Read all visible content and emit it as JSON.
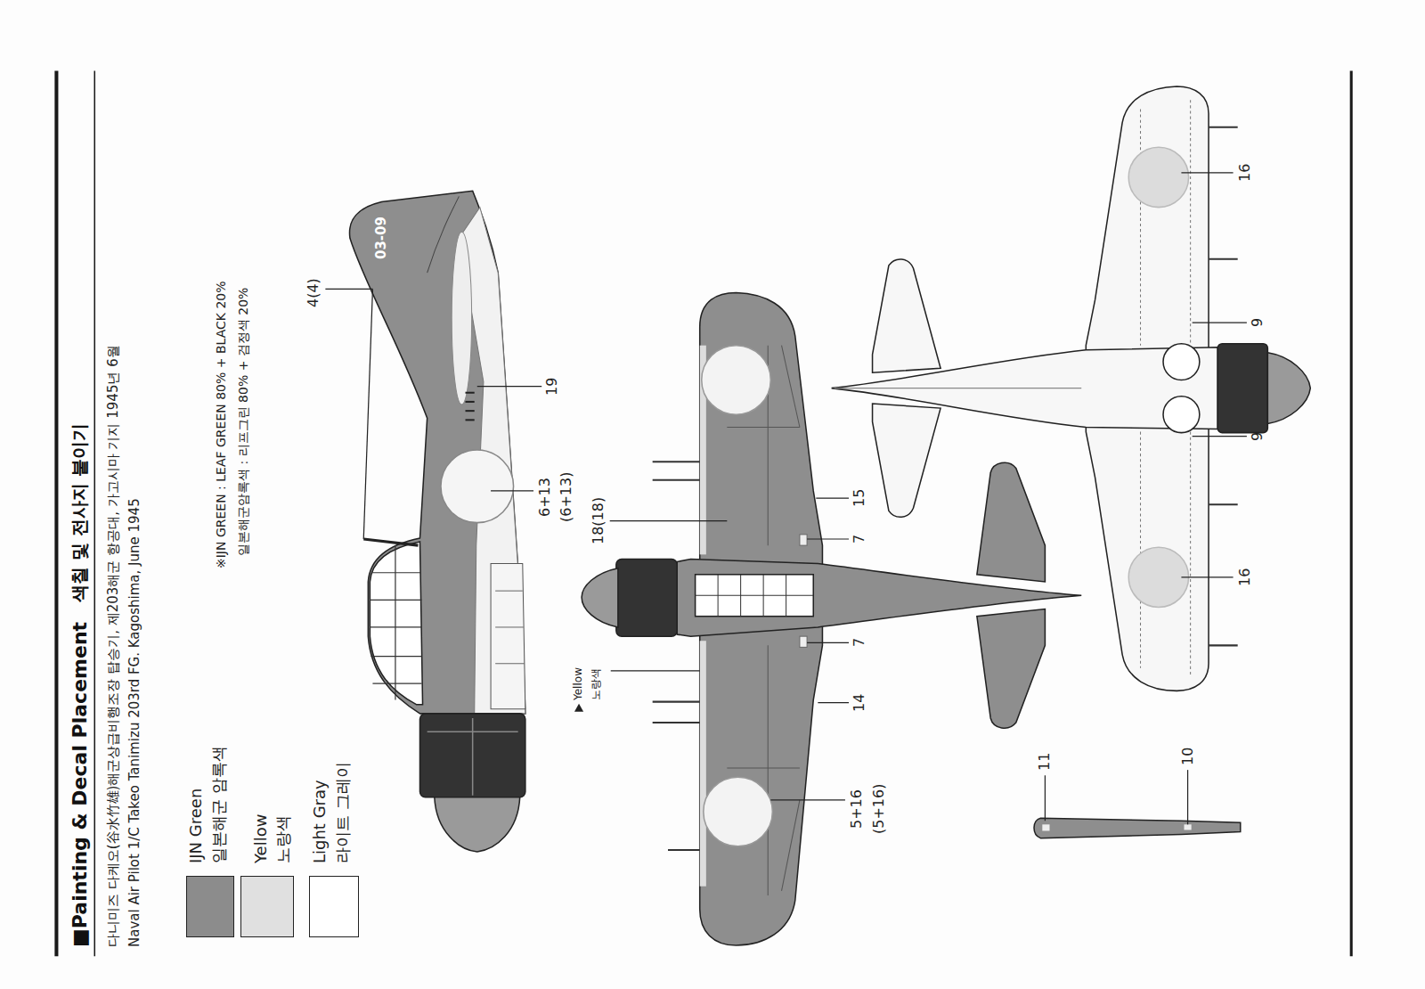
{
  "diagram": {
    "title": "■Painting & Decal Placement",
    "labels": [
      "색칠 및 전사지 붙이기",
      "다니미즈 다케오(谷水竹雄)해군상급비행조장 탑승기, 제203해군 항공대, 가고시마 기지 1945년 6월",
      "Naval Air Pilot 1/C Takeo Tanimizu 203rd FG. Kagoshima, June 1945",
      "일본해군 암록색",
      "노랑색",
      "라이트 그레이",
      "※IJN GREEN : LEAF GREEN 80% + BLACK 20%",
      "일본해군암록색 : 리프그린 80% + 검정색 20%",
      "03-09",
      "4(4)",
      "19",
      "6+13",
      "(6+13)",
      "18(18)",
      "15",
      "7",
      "7",
      "14",
      "5+16",
      "(5+16)",
      "Yellow",
      "노랑색",
      "16",
      "16",
      "9",
      "9",
      "11",
      "10"
    ],
    "legend": [
      {
        "text": "IJN Green",
        "color": "#8c8c8c"
      },
      {
        "text": "Yellow",
        "color": "#e0e0e0"
      },
      {
        "text": "Light Gray",
        "color": "#ffffff"
      }
    ]
  }
}
